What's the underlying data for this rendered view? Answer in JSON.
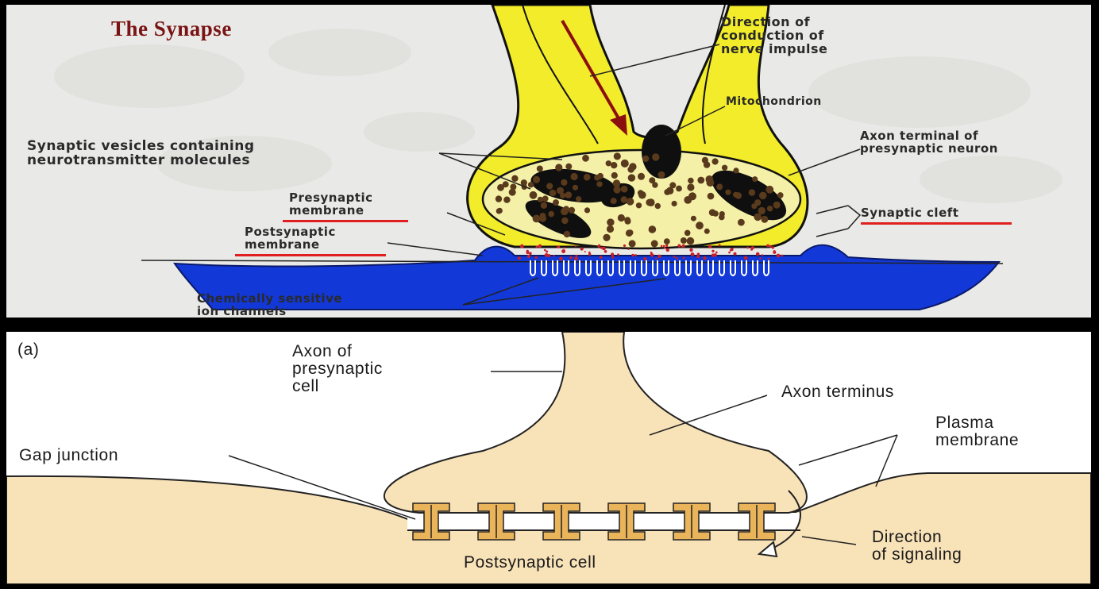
{
  "top_panel": {
    "title": "The Synapse",
    "labels": {
      "direction_of_conduction": "Direction of\nconduction of\nnerve impulse",
      "mitochondrion": "Mitochondrion",
      "axon_terminal": "Axon terminal of\npresynaptic neuron",
      "synaptic_vesicles": "Synaptic vesicles containing\nneurotransmitter molecules",
      "presynaptic_membrane": "Presynaptic\nmembrane",
      "synaptic_cleft": "Synaptic cleft",
      "postsynaptic_membrane": "Postsynaptic\nmembrane",
      "ion_channels": "Chemically sensitive\nion channels"
    },
    "colors": {
      "axon": "#f2ec2a",
      "axon_outline": "#111111",
      "terminal_fill": "#f4f0a8",
      "vesicle": "#5a3a1c",
      "mitochondrion": "#0f0f0f",
      "postsynaptic_cell": "#1238d8",
      "arrow": "#8a1010",
      "underline": "#e02020"
    }
  },
  "bottom_panel": {
    "panel_letter": "(a)",
    "labels": {
      "axon_of_presynaptic_cell": "Axon of\npresynaptic\ncell",
      "axon_terminus": "Axon terminus",
      "plasma_membrane": "Plasma\nmembrane",
      "gap_junction": "Gap junction",
      "direction_of_signaling": "Direction\nof signaling",
      "postsynaptic_cell": "Postsynaptic cell"
    },
    "colors": {
      "cell_fill": "#f8e2b8",
      "connexon_fill": "#e9b45a",
      "outline": "#222222"
    }
  }
}
